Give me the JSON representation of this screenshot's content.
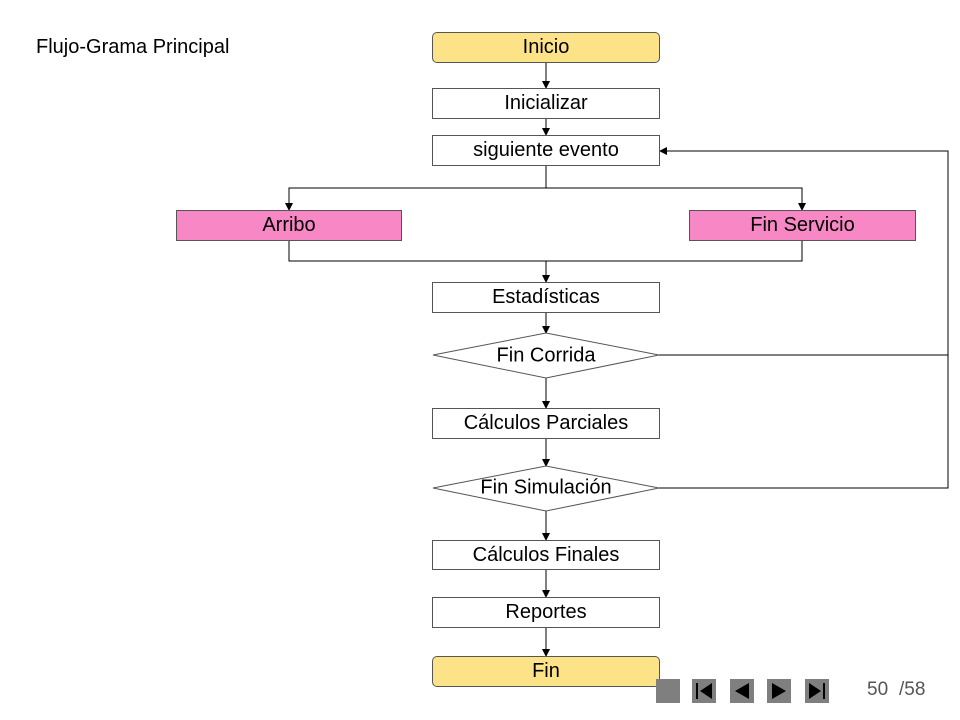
{
  "title": "Flujo-Grama Principal",
  "nodes": {
    "inicio": "Inicio",
    "inicializar": "Inicializar",
    "siguiente_evento": "siguiente evento",
    "arribo": "Arribo",
    "fin_servicio": "Fin Servicio",
    "estadisticas": "Estadísticas",
    "fin_corrida": "Fin Corrida",
    "calculos_parciales": "Cálculos Parciales",
    "fin_simulacion": "Fin Simulación",
    "calculos_finales": "Cálculos Finales",
    "reportes": "Reportes",
    "fin": "Fin"
  },
  "colors": {
    "terminal": "#fde388",
    "event": "#f887c5",
    "nav_button": "#7f7f7f"
  },
  "nav": {
    "buttons": [
      "blank-button-icon",
      "first-page-icon",
      "previous-page-icon",
      "next-page-icon",
      "last-page-icon"
    ],
    "current_page": "50",
    "total_pages": "/58"
  }
}
